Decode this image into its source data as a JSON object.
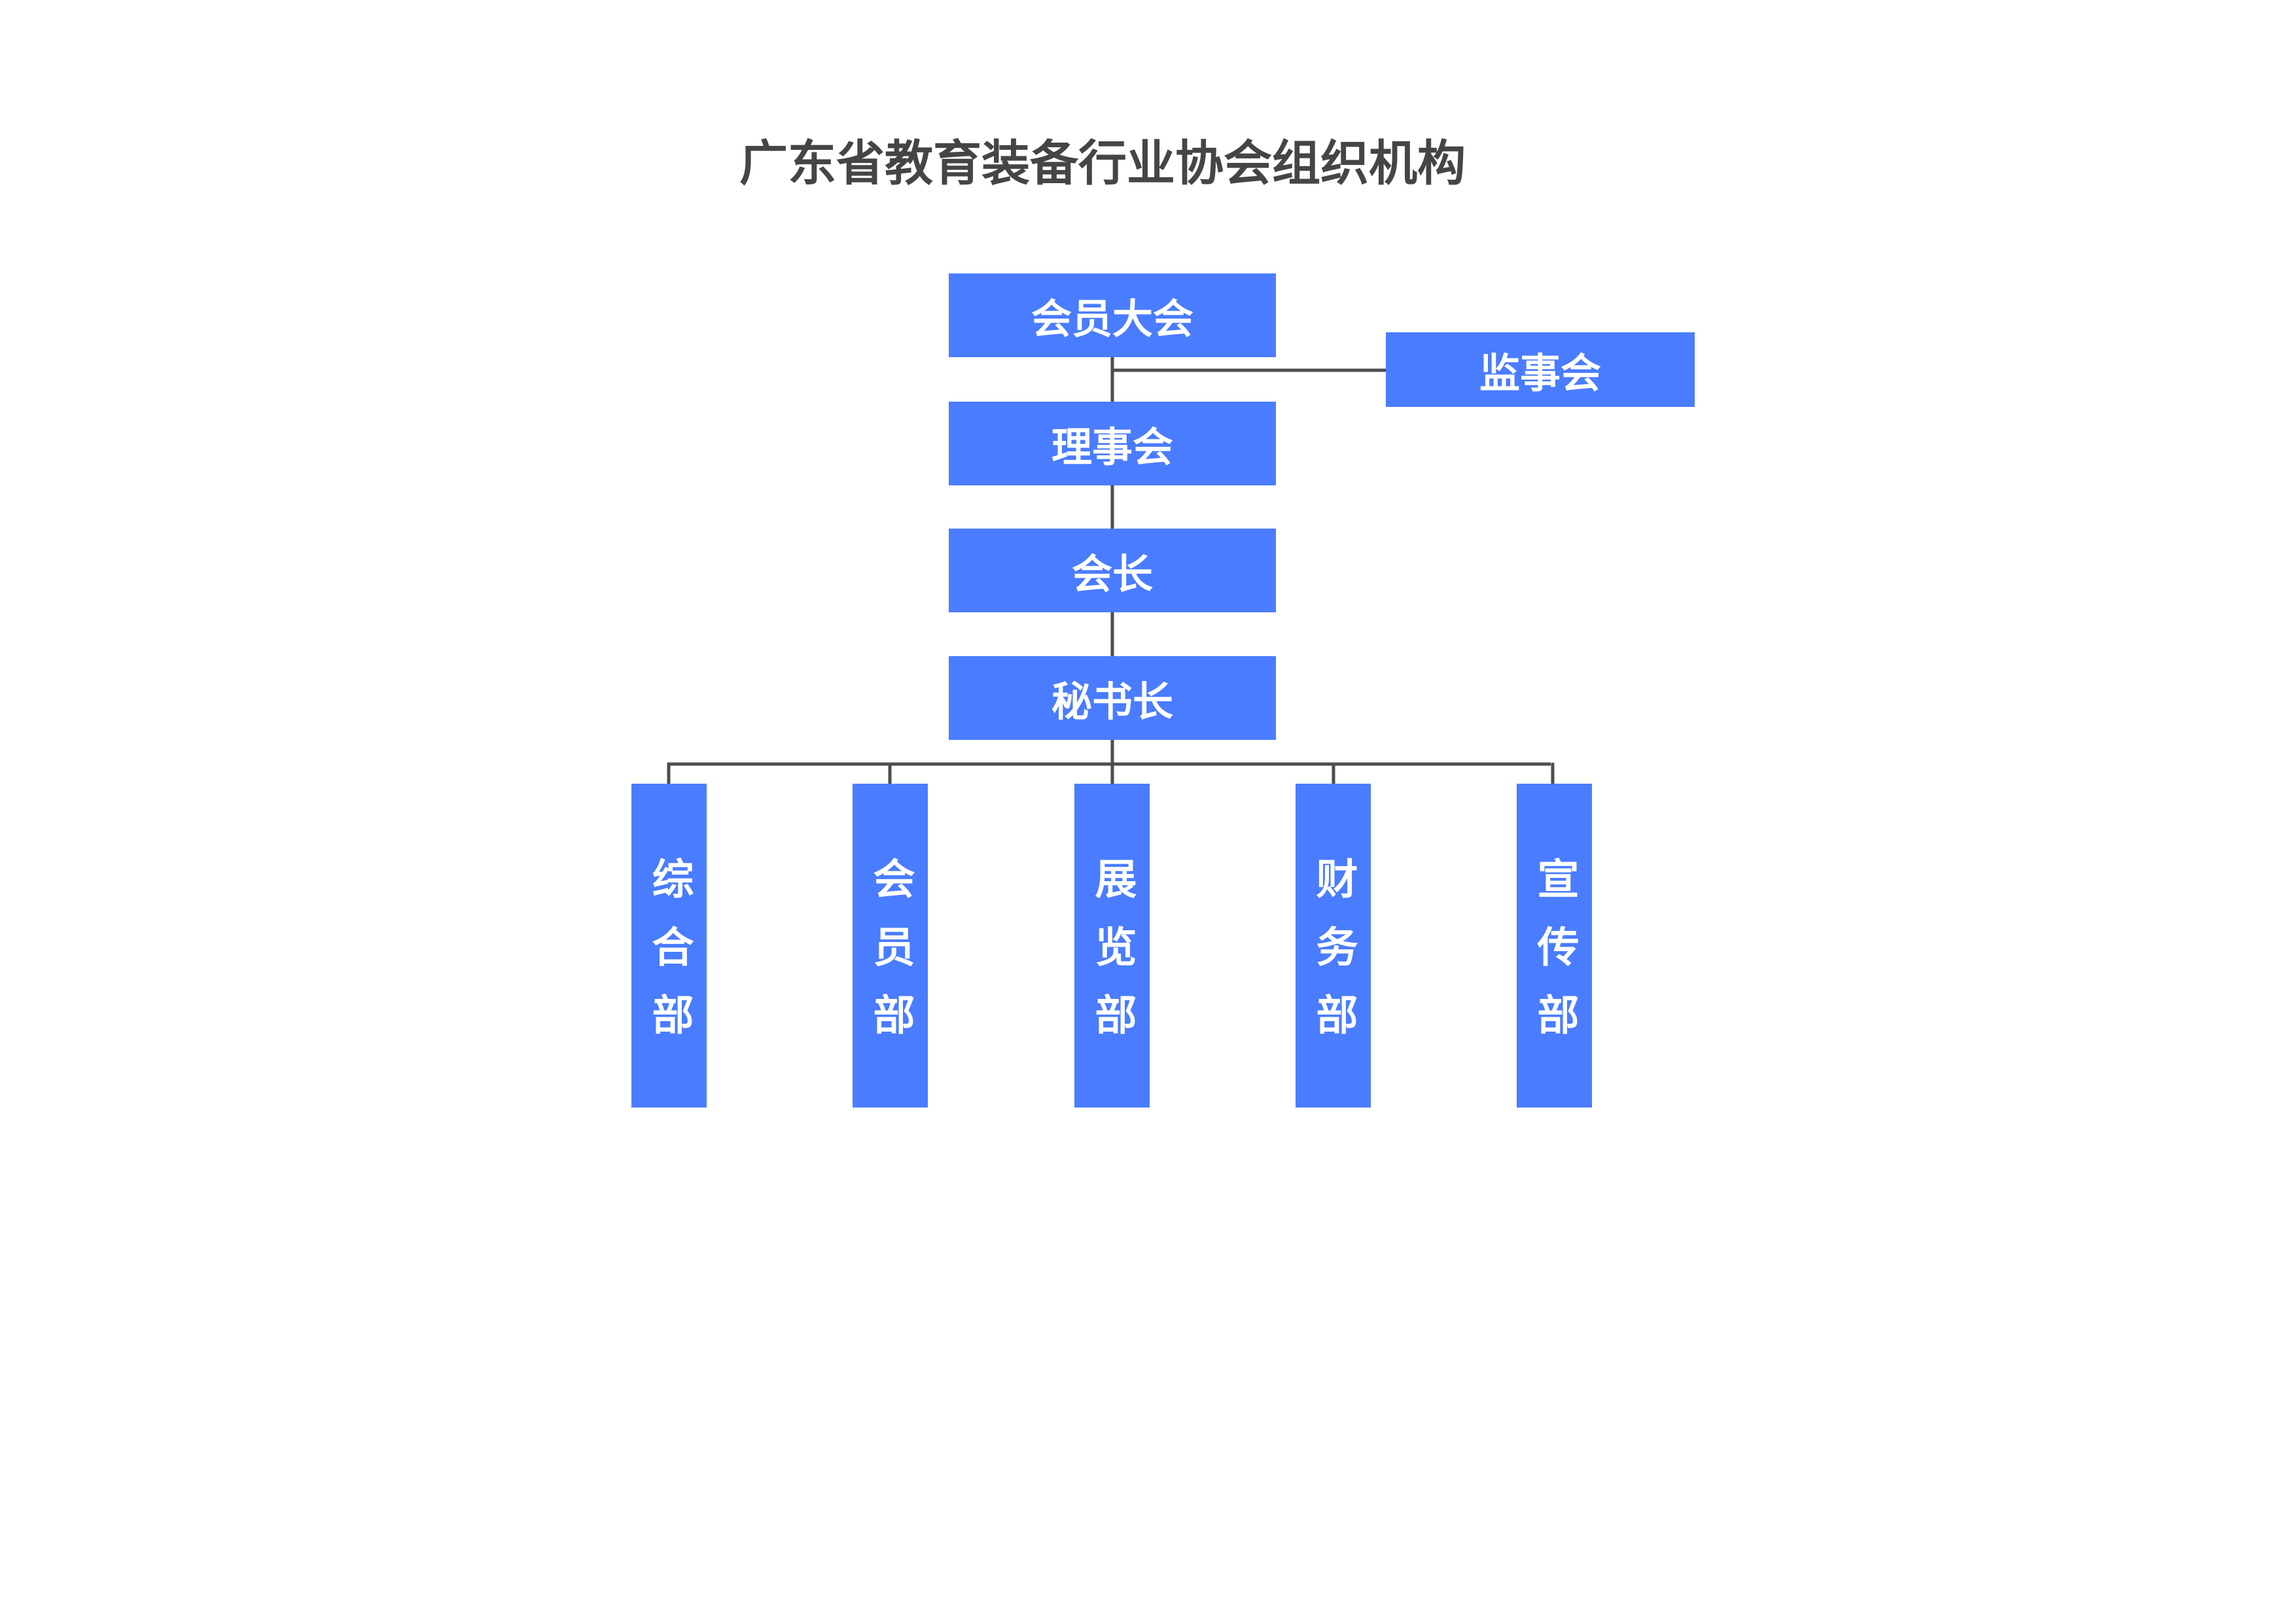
{
  "title": "广东省教育装备行业协会组织机构",
  "nodes": {
    "general_assembly": "会员大会",
    "supervisory_board": "监事会",
    "council": "理事会",
    "president": "会长",
    "secretary_general": "秘书长"
  },
  "departments": [
    "综合部",
    "会员部",
    "展览部",
    "财务部",
    "宣传部"
  ],
  "colors": {
    "box": "#4a7cff",
    "box_text": "#ffffff",
    "line": "#4d4d4d",
    "title": "#454545"
  }
}
